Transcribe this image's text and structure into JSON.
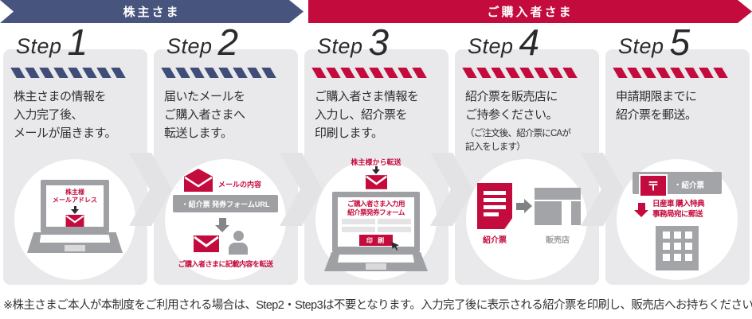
{
  "banners": {
    "shareholder": {
      "label": "株主さま",
      "color": "#47547d"
    },
    "purchaser": {
      "label": "ご購入者さま",
      "color": "#c40b3d"
    }
  },
  "steps": [
    {
      "prefix": "Step",
      "number": "1",
      "theme": "navy",
      "description": "株主さまの情報を\n入力完了後、\nメールが届きます。",
      "illustration": {
        "screen_label": "株主様\nメールアドレス"
      }
    },
    {
      "prefix": "Step",
      "number": "2",
      "theme": "navy",
      "description": "届いたメールを\nご購入者さまへ\n転送します。",
      "illustration": {
        "mail_content_label": "メールの内容",
        "url_item": "・紹介票 発券フォームURL",
        "forward_caption": "ご購入者さまに記載内容を転送"
      }
    },
    {
      "prefix": "Step",
      "number": "3",
      "theme": "red",
      "description": "ご購入者さま情報を\n入力し、紹介票を\n印刷します。",
      "illustration": {
        "forward_label": "株主様から転送",
        "form_title": "ご購入者さま入力用\n紹介票発券フォーム",
        "print_button": "印 刷"
      }
    },
    {
      "prefix": "Step",
      "number": "4",
      "theme": "red",
      "description": "紹介票を販売店に\nご持参ください。",
      "note": "（ご注文後、紹介票にCAが\n記入をします）",
      "illustration": {
        "document_label": "紹介票",
        "store_label": "販売店"
      }
    },
    {
      "prefix": "Step",
      "number": "5",
      "theme": "red",
      "description": "申請期限までに\n紹介票を郵送。",
      "illustration": {
        "postal_mark": "〒",
        "enclosure_label": "・紹介票",
        "mailto_label": "日産車 購入特典\n事務局宛に郵送"
      }
    }
  ],
  "footnote": "※株主さまご本人が本制度をご利用される場合は、Step2・Step3は不要となります。入力完了後に表示される紹介票を印刷し、販売店へお持ちください。"
}
